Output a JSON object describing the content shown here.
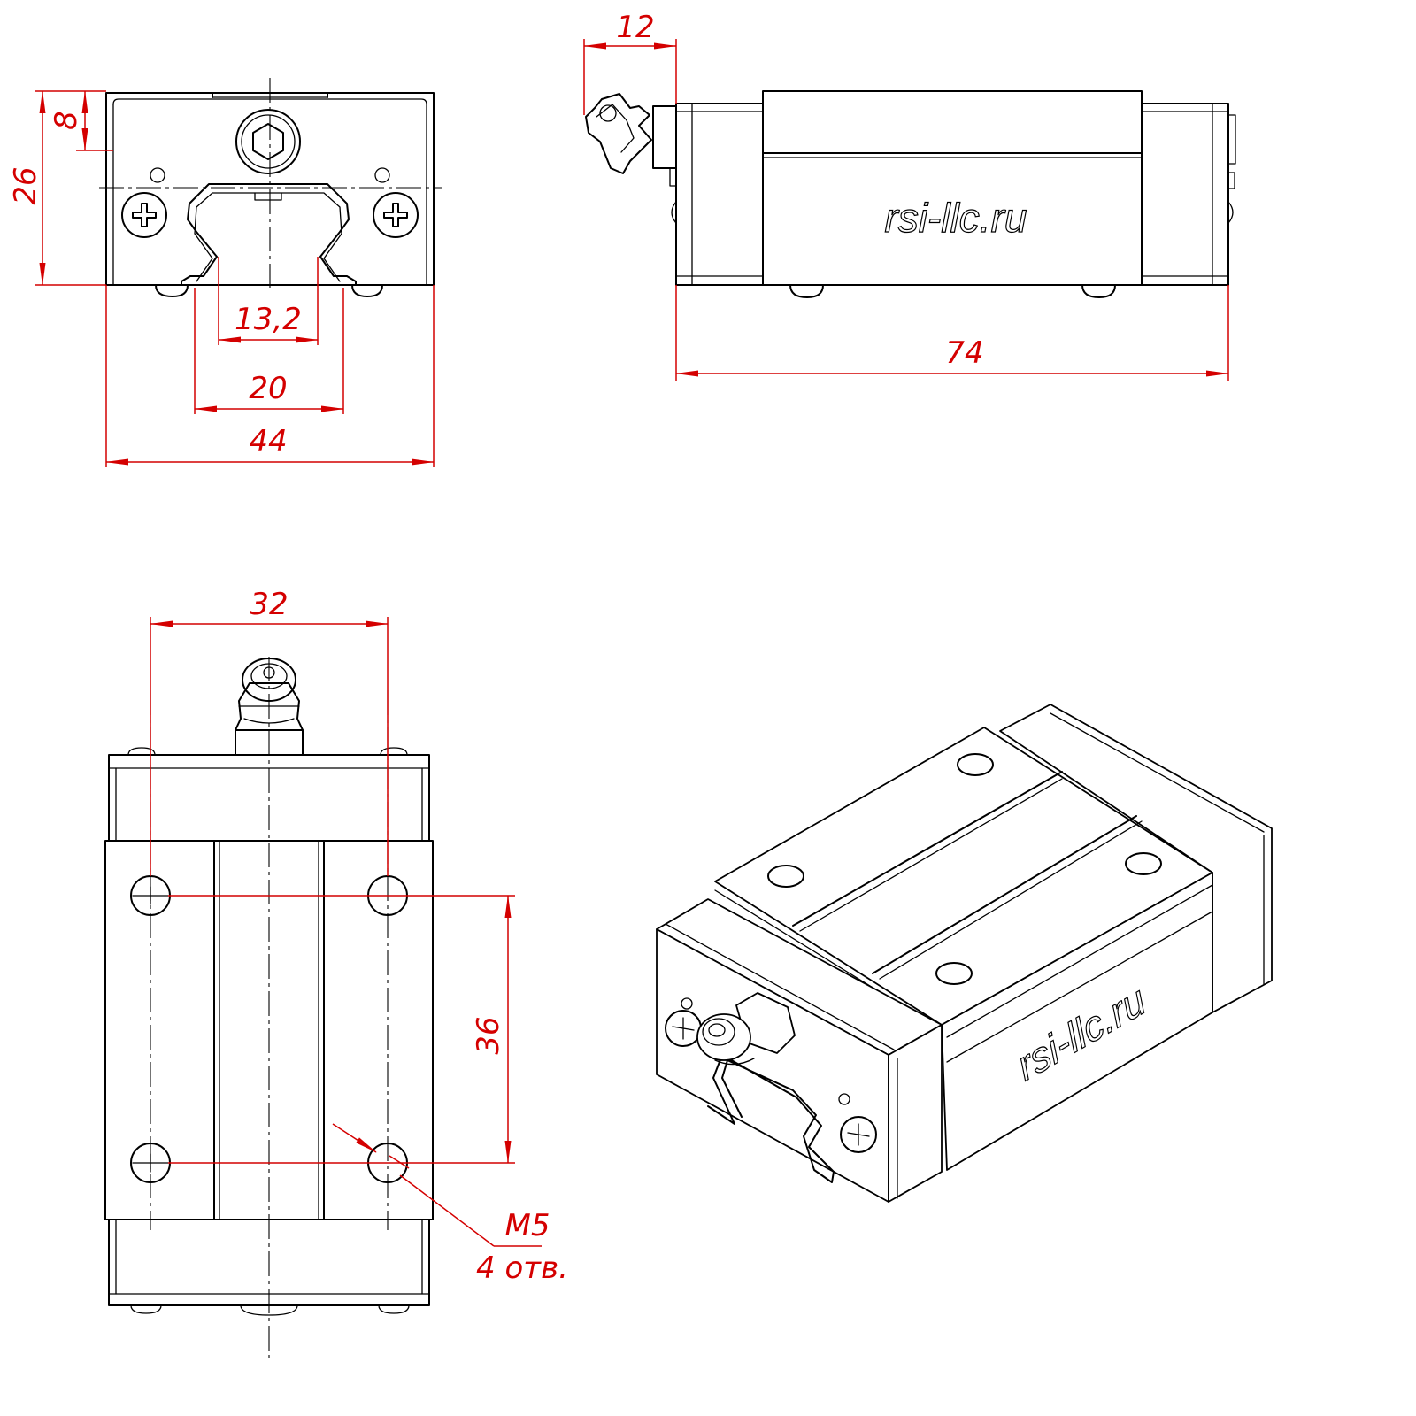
{
  "dimensions": {
    "height_total": "26",
    "height_top": "8",
    "rail_gap": "13,2",
    "rail_width": "20",
    "block_width": "44",
    "grease_nipple": "12",
    "block_length": "74",
    "hole_spacing_x": "32",
    "hole_spacing_y": "36",
    "thread": "M5",
    "hole_count": "4 отв."
  },
  "brand_text": "rsi-llc.ru"
}
